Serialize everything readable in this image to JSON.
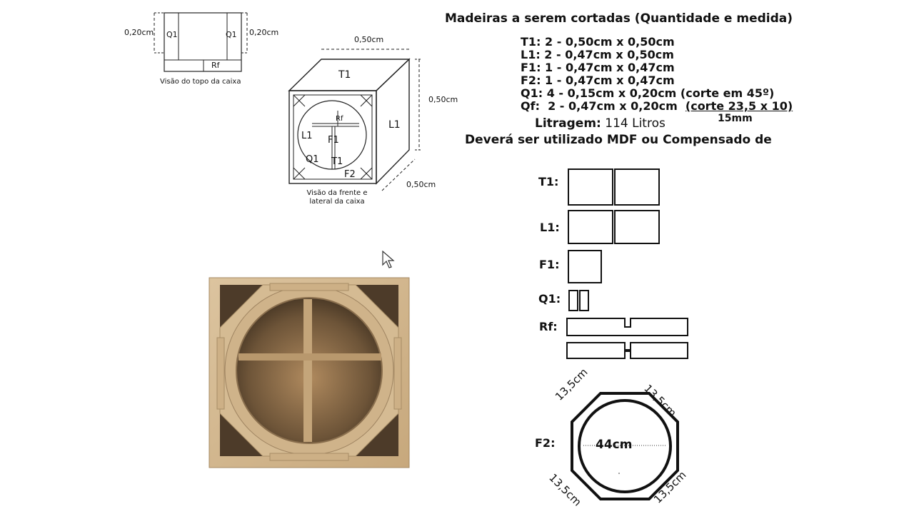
{
  "top_view": {
    "caption": "Visão do topo da caixa",
    "dim_left": "0,20cm",
    "dim_right": "0,20cm",
    "q1_left": "Q1",
    "q1_right": "Q1",
    "rf": "Rf"
  },
  "front_view": {
    "caption_line1": "Visão da frente e",
    "caption_line2": "lateral da caixa",
    "dim_top": "0,50cm",
    "dim_right": "0,50cm",
    "dim_bottom": "0,50cm",
    "t1_top": "T1",
    "l1_side": "L1",
    "rf": "Rf",
    "l1_front": "L1",
    "f1": "F1",
    "q1": "Q1",
    "t1_bottom": "T1",
    "f2": "F2"
  },
  "cut_list": {
    "title": "Madeiras a serem cortadas (Quantidade e medida)",
    "rows": [
      {
        "text": "T1: 2 - 0,50cm x 0,50cm"
      },
      {
        "text": "L1: 2 - 0,47cm x 0,50cm"
      },
      {
        "text": "F1: 1 - 0,47cm x 0,47cm"
      },
      {
        "text": "F2: 1 - 0,47cm x 0,47cm"
      },
      {
        "text": "Q1: 4 - 0,15cm x 0,20cm (corte em 45º)"
      },
      {
        "text": "Qf:  2 - 0,47cm x 0,20cm  ",
        "underlined": "(corte 23,5 x 10)"
      }
    ],
    "thickness": "15mm",
    "volume_label": "Litragem:",
    "volume_value": "114 Litros",
    "material_note": "Deverá ser utilizado MDF ou Compensado de"
  },
  "pieces": {
    "t1": "T1:",
    "l1": "L1:",
    "f1": "F1:",
    "q1": "Q1:",
    "rf": "Rf:",
    "f2": "F2:"
  },
  "octagon": {
    "side_tl": "13,5cm",
    "side_tr": "13,5cm",
    "side_bl": "13,5cm",
    "side_br": "13,5cm",
    "diameter": "44cm"
  },
  "colors": {
    "wood_light": "#d8bf98",
    "wood_mid": "#c9ab80",
    "wood_dark": "#5a4530"
  }
}
